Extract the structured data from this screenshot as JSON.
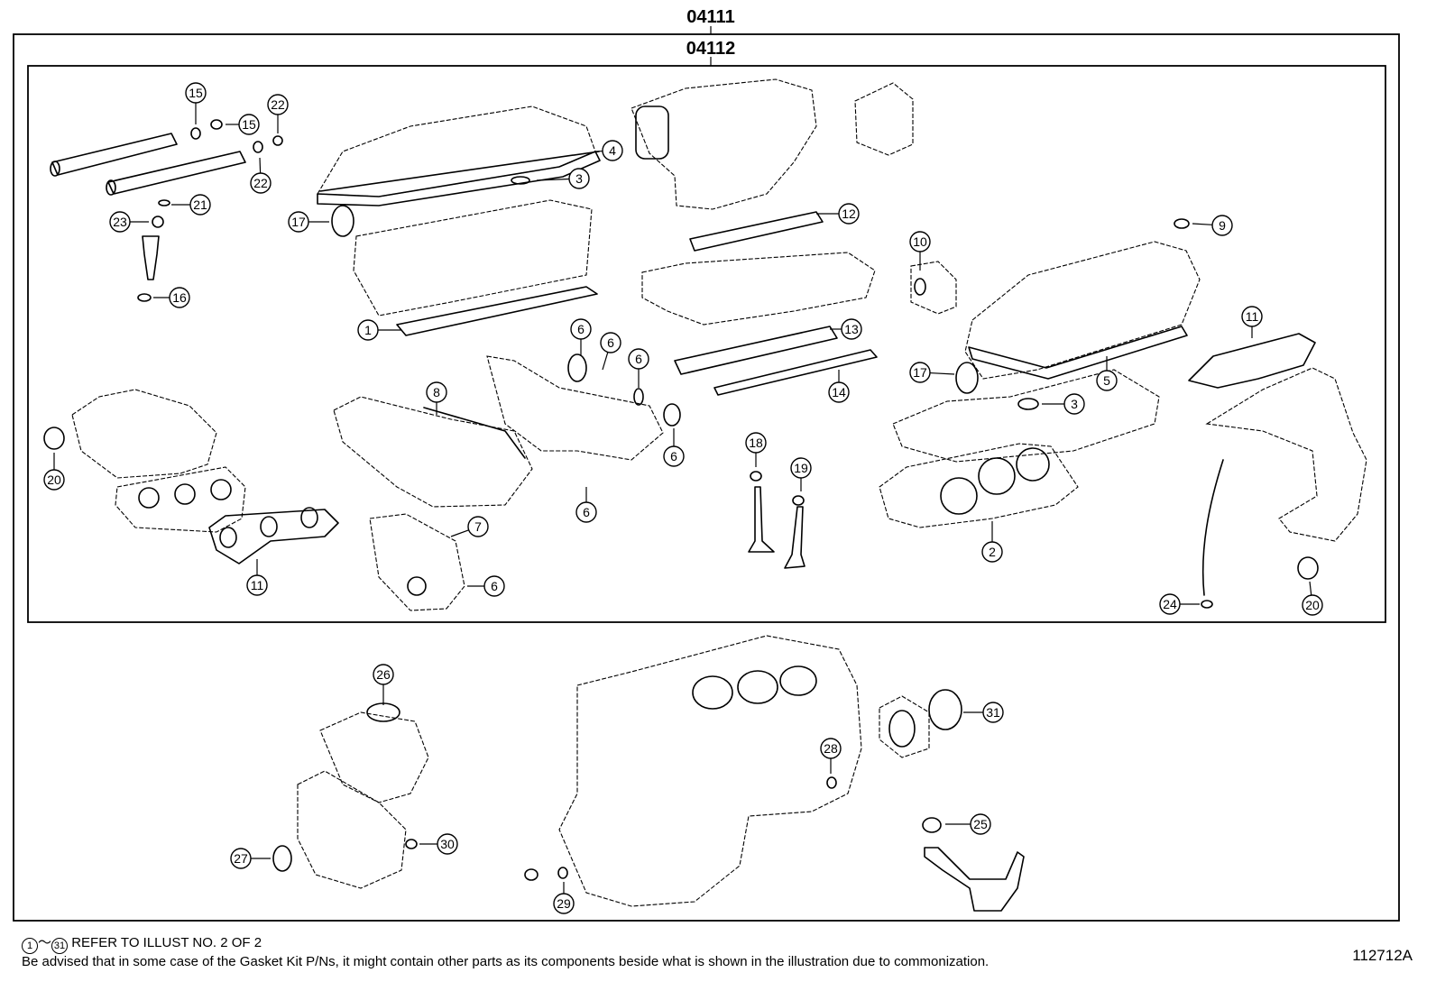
{
  "kits": {
    "outer": "04111",
    "inner": "04112"
  },
  "callouts": [
    {
      "id": "c1",
      "label": "1"
    },
    {
      "id": "c2",
      "label": "2"
    },
    {
      "id": "c3a",
      "label": "3"
    },
    {
      "id": "c3b",
      "label": "3"
    },
    {
      "id": "c4",
      "label": "4"
    },
    {
      "id": "c5",
      "label": "5"
    },
    {
      "id": "c6a",
      "label": "6"
    },
    {
      "id": "c6b",
      "label": "6"
    },
    {
      "id": "c6c",
      "label": "6"
    },
    {
      "id": "c6d",
      "label": "6"
    },
    {
      "id": "c6e",
      "label": "6"
    },
    {
      "id": "c6f",
      "label": "6"
    },
    {
      "id": "c7",
      "label": "7"
    },
    {
      "id": "c8",
      "label": "8"
    },
    {
      "id": "c9",
      "label": "9"
    },
    {
      "id": "c10",
      "label": "10"
    },
    {
      "id": "c11a",
      "label": "11"
    },
    {
      "id": "c11b",
      "label": "11"
    },
    {
      "id": "c12",
      "label": "12"
    },
    {
      "id": "c13",
      "label": "13"
    },
    {
      "id": "c14",
      "label": "14"
    },
    {
      "id": "c15a",
      "label": "15"
    },
    {
      "id": "c15b",
      "label": "15"
    },
    {
      "id": "c16",
      "label": "16"
    },
    {
      "id": "c17a",
      "label": "17"
    },
    {
      "id": "c17b",
      "label": "17"
    },
    {
      "id": "c18",
      "label": "18"
    },
    {
      "id": "c19",
      "label": "19"
    },
    {
      "id": "c20a",
      "label": "20"
    },
    {
      "id": "c20b",
      "label": "20"
    },
    {
      "id": "c21",
      "label": "21"
    },
    {
      "id": "c22a",
      "label": "22"
    },
    {
      "id": "c22b",
      "label": "22"
    },
    {
      "id": "c23",
      "label": "23"
    },
    {
      "id": "c24",
      "label": "24"
    },
    {
      "id": "c25",
      "label": "25"
    },
    {
      "id": "c26",
      "label": "26"
    },
    {
      "id": "c27",
      "label": "27"
    },
    {
      "id": "c28",
      "label": "28"
    },
    {
      "id": "c29",
      "label": "29"
    },
    {
      "id": "c30",
      "label": "30"
    },
    {
      "id": "c31",
      "label": "31"
    }
  ],
  "footer": {
    "range_start": "1",
    "range_sep": "～",
    "range_end": "31",
    "refer_text": "REFER TO ILLUST NO. 2 OF 2",
    "advice": "Be advised that in some case of the Gasket Kit P/Ns,  it might contain other parts as its components beside what is shown in the illustration due to commonization.",
    "illustration_id": "112712A"
  }
}
